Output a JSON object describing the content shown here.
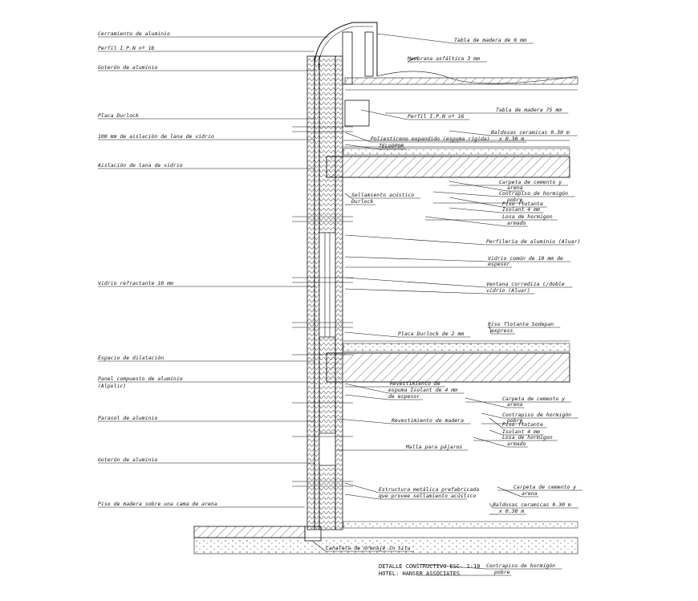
{
  "drawing": {
    "left_labels": [
      "Cerramiento de aluminio",
      "Perfil I.P.N nº 18",
      "Goterón de aluminio",
      "Placa Durlock",
      "100 mm de aislación de lana de vidrio",
      "Aislación de lana de vidrio",
      "Vidrio refractante 10 mm",
      "Espacio de dilatación",
      "Panel compuesto de aluminio",
      "(Alpolic)",
      "Parasol de aluminio",
      "Goterón de aluminio",
      "Piso de madera sobre una cama de arena"
    ],
    "right_labels": [
      "Tabla de madera de 6 mm",
      "Membrana asfáltica 3 mm",
      "Tabla de madera 75 mm",
      "Perfil I.P.N nº 16",
      "Baldosas ceramicas 0.30 m",
      "x 0.30 m",
      "Poliestireno expandido (espuma rígida)",
      "TELGOPOR",
      "Carpeta de cemento y",
      "arena",
      "Contrapiso de hormigón",
      "pobre",
      "Piso flotante",
      "Isolant 4 mm",
      "Losa de hormigon",
      "armado",
      "Sellamiento acústico",
      "Durlock",
      "Perfilería de aluminio (Aluar)",
      "Vidrio común de 10 mm de",
      "espesor",
      "Ventana corrediza c/doble",
      "vidrio (Aluar)",
      "Piso flotante Sodepan",
      "express",
      "Placa Durlock de 2 mm",
      "Revestimiento de",
      "espuma Isolant de 4 mm",
      "de espesor",
      "Carpeta de cemento y",
      "arena",
      "Contrapiso de hormigón",
      "pobre",
      "Piso flotante",
      "Isolant 4 mm",
      "Losa de hormigon",
      "armado",
      "Revestimiento de madera",
      "Malla para pájaros",
      "Estructura metálica prefabricada",
      "que provee sellamiento acústico",
      "Carpeta de cemento y",
      "arena",
      "Baldosas ceramicas 0.30 m",
      "x 0.30 m",
      "Canaleta de drenaje in situ",
      "Contrapiso de hormigón",
      "pobre"
    ],
    "title_block": [
      "DETALLE CONSTRUCTIVO ESC. 1:10",
      "HOTEL: HANSER ASSOCIATES"
    ]
  }
}
